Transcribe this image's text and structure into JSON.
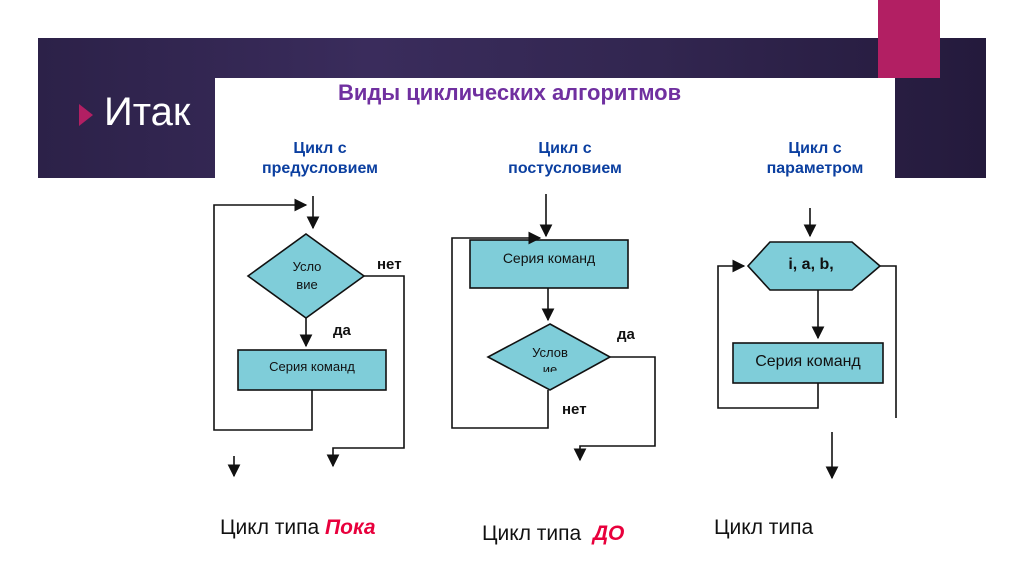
{
  "slide": {
    "heading": "Итак",
    "title": "Виды циклических алгоритмов"
  },
  "columns": [
    {
      "header": "Цикл с\nпредусловием",
      "condition": "Усло\nвие",
      "no_label": "нет",
      "yes_label": "да",
      "body": "Серия команд",
      "caption": "Цикл типа",
      "caption_emphasis": "Пока"
    },
    {
      "header": "Цикл с\nпостусловием",
      "body": "Серия команд",
      "condition": "Услов\nие",
      "yes_label": "да",
      "no_label": "нет",
      "caption": "Цикл типа",
      "caption_emphasis": "ДО"
    },
    {
      "header": "Цикл с\nпараметром",
      "parameter": "i, a, b,",
      "body": "Серия команд",
      "caption": "Цикл типа",
      "caption_emphasis": ""
    }
  ],
  "colors": {
    "banner": "#2c2148",
    "accent": "#b21f63",
    "title": "#7030a0",
    "header": "#0b3fa0",
    "shape_fill": "#7fcdd9",
    "emphasis": "#e8003c"
  }
}
